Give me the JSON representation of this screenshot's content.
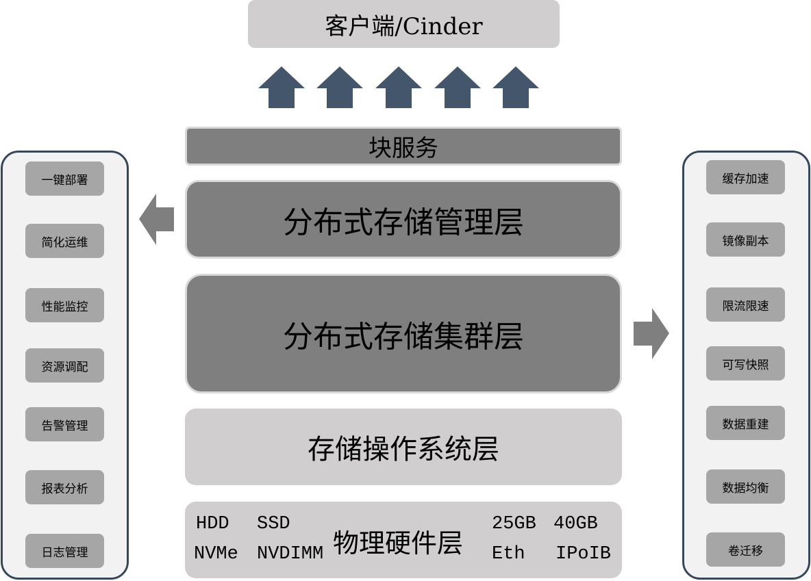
{
  "client": "客户端/Cinder",
  "block_service": "块服务",
  "mgmt_layer": "分布式存储管理层",
  "cluster_layer": "分布式存储集群层",
  "os_layer": "存储操作系统层",
  "hw_layer": {
    "title": "物理硬件层",
    "items": [
      "HDD",
      "SSD",
      "NVMe",
      "NVDIMM",
      "25GB",
      "40GB",
      "Eth",
      "IPoIB"
    ]
  },
  "left_panel": [
    "一键部署",
    "简化运维",
    "性能监控",
    "资源调配",
    "告警管理",
    "报表分析",
    "日志管理"
  ],
  "right_panel": [
    "缓存加速",
    "镜像副本",
    "限流限速",
    "可写快照",
    "数据重建",
    "数据均衡",
    "卷迁移"
  ],
  "colors": {
    "arrow_up": "#44566c",
    "arrow_side": "#7f7f7f",
    "panel_border": "#36475a"
  }
}
